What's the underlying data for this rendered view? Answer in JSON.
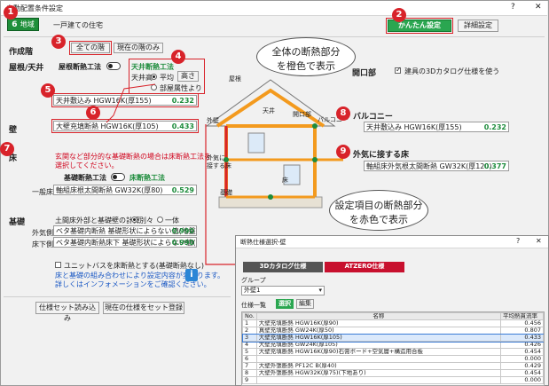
{
  "window": {
    "title": "自動配置条件設定",
    "help": "?",
    "close": "✕"
  },
  "tabs": {
    "num": "6",
    "label1": "地域",
    "label2": "一戸建ての住宅"
  },
  "buttons": {
    "easy": "かんたん設定",
    "detail": "詳細設定",
    "load": "仕様セット読み込み",
    "register": "現在の仕様をセット登録"
  },
  "badges": [
    "1",
    "2",
    "3",
    "4",
    "5",
    "6",
    "7",
    "8",
    "9"
  ],
  "sections": {
    "create_range": "作成階",
    "roof": "屋根/天井",
    "wall": "壁",
    "floor": "床",
    "base": "基礎",
    "opening": "開口部",
    "balcony": "バルコニー",
    "outside_floor": "外気に接する床"
  },
  "range_buttons": {
    "all": "全ての階",
    "current": "現在の階のみ"
  },
  "roof": {
    "method_label": "屋根断熱工法",
    "method_value": "天井断熱工法",
    "ceiling_height_label": "天井高",
    "radio1": "平均",
    "high_button": "高さ",
    "radio2": "部屋属性より",
    "field_text": "天井敷込み HGW16K(厚155)",
    "field_value": "0.232"
  },
  "opening": {
    "checkbox": "建具の3Dカタログ仕様を使う"
  },
  "wall": {
    "field_text": "大壁充填断熱 HGW16K(厚105)",
    "field_value": "0.433"
  },
  "floor": {
    "note1": "玄関など部分的な基礎断熱の場合は床断熱工法を",
    "note2": "選択してください。",
    "method_label": "基礎断熱工法",
    "method_value": "床断熱工法",
    "general_label": "一般床",
    "field_text": "軸組床根太間断熱 GW32K(厚80)",
    "field_value": "0.529"
  },
  "balcony": {
    "field_text": "天井敷込み HGW16K(厚155)",
    "field_value": "0.232"
  },
  "outside_floor": {
    "field_text": "軸組床外気根太間断熱 GW32K(厚120)",
    "field_value": "0.377"
  },
  "base": {
    "calc_label": "土間床外部と基礎壁の計算",
    "radio1": "別々",
    "radio2": "一体",
    "outer_label": "外気側",
    "outer_text": "ベタ基礎内断熱 基礎形状によらない値(地盤",
    "outer_value": "0.990",
    "floor_label": "床下側",
    "floor_text": "ベタ基礎内断熱床下 基礎形状によらない値(",
    "floor_value": "0.990"
  },
  "unit_bath": {
    "checkbox": "ユニットバスを床断熱とする(基礎断熱なし)",
    "note1": "床と基礎の組み合わせにより設定内容が変わります。",
    "note2": "詳しくはインフォメーションをご確認ください。"
  },
  "diagram": {
    "roof": "屋根",
    "ceiling": "天井",
    "opening": "開口部",
    "balcony": "バルコニー",
    "wall": "外壁",
    "outside_floor1": "外気に",
    "outside_floor2": "接する床",
    "floor": "床",
    "base": "基礎"
  },
  "callouts": {
    "top1": "全体の断熱部分",
    "top2": "を橙色で表示",
    "bottom1": "設定項目の断熱部分",
    "bottom2": "を赤色で表示"
  },
  "dialog": {
    "title": "断熱仕様選択-壁",
    "help": "?",
    "close": "✕",
    "tab1": "3Dカタログ仕様",
    "tab2": "ATZERO仕様",
    "group_label": "グループ",
    "group_value": "外壁1",
    "list_label": "仕様一覧",
    "select_button": "選択",
    "edit_button": "編集",
    "columns": [
      "No.",
      "名称",
      "平均熱貫流率"
    ],
    "rows": [
      [
        "1",
        "大壁充填断熱 HGW16K(厚90)",
        "0.456"
      ],
      [
        "2",
        "真壁充填断熱 GW24K(厚50)",
        "0.807"
      ],
      [
        "3",
        "大壁充填断熱 HGW16K(厚105)",
        "0.433"
      ],
      [
        "4",
        "大壁充填断熱 GW24K(厚105)",
        "0.426"
      ],
      [
        "5",
        "大壁充填断熱 HGW16K(厚90)石膏ボード+空気層+構造用合板",
        "0.454"
      ],
      [
        "6",
        "",
        "0.000"
      ],
      [
        "7",
        "大壁外張断熱 PF12C B(厚40)",
        "0.429"
      ],
      [
        "8",
        "大壁外張断熱 HGW32K(厚75)(下地あり)",
        "0.454"
      ],
      [
        "9",
        "",
        "0.000"
      ]
    ]
  },
  "colors": {
    "green": "#1d8c3c",
    "red": "#d8232a",
    "orange": "#f39a1e"
  }
}
